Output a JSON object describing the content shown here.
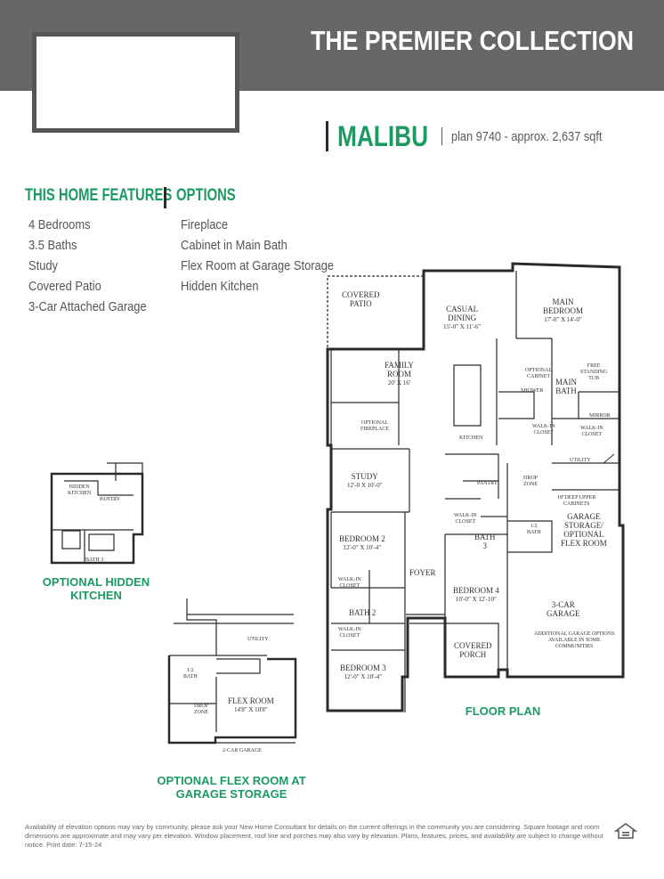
{
  "header": {
    "collection": "THE PREMIER COLLECTION",
    "model_name": "MALIBU",
    "plan_info": "plan 9740 - approx. 2,637 sqft"
  },
  "features": {
    "heading": "THIS HOME FEATURES",
    "items": [
      "4 Bedrooms",
      "3.5 Baths",
      "Study",
      "Covered Patio",
      "3-Car Attached Garage"
    ]
  },
  "options": {
    "heading": "OPTIONS",
    "items": [
      "Fireplace",
      "Cabinet in Main Bath",
      "Flex Room at Garage Storage",
      "Hidden Kitchen"
    ]
  },
  "captions": {
    "hidden_kitchen_1": "OPTIONAL HIDDEN",
    "hidden_kitchen_2": "KITCHEN",
    "flex_room_1": "OPTIONAL FLEX ROOM AT",
    "flex_room_2": "GARAGE STORAGE",
    "floor_plan": "FLOOR PLAN"
  },
  "rooms": {
    "covered_patio_1": "COVERED",
    "covered_patio_2": "PATIO",
    "casual_dining_1": "CASUAL",
    "casual_dining_2": "DINING",
    "casual_dining_dim": "15'-0\" x 11'-6\"",
    "main_bedroom_1": "MAIN",
    "main_bedroom_2": "BEDROOM",
    "main_bedroom_dim": "17'-0\" x 14'-0\"",
    "family_room_1": "FAMILY",
    "family_room_2": "ROOM",
    "family_room_dim": "20' x 16'",
    "optional_cabinet_1": "OPTIONAL",
    "optional_cabinet_2": "CABINET",
    "free_standing_tub_1": "FREE",
    "free_standing_tub_2": "STANDING",
    "free_standing_tub_3": "TUB",
    "main_bath_1": "MAIN",
    "main_bath_2": "BATH",
    "shower": "SHOWER",
    "walk_in_closet_1": "WALK-IN",
    "walk_in_closet_2": "CLOSET",
    "mirror": "MIRROR",
    "optional_fireplace_1": "OPTIONAL",
    "optional_fireplace_2": "FIREPLACE",
    "kitchen": "KITCHEN",
    "utility": "UTILITY",
    "study": "STUDY",
    "study_dim": "12'-0 x 10'-0\"",
    "pantry": "PANTRY",
    "drop_zone_1": "DROP",
    "drop_zone_2": "ZONE",
    "upper_cabinets_1": "18\"DEEP UPPER",
    "upper_cabinets_2": "CABINETS",
    "garage_storage_1": "GARAGE",
    "garage_storage_2": "STORAGE/",
    "garage_storage_3": "OPTIONAL",
    "garage_storage_4": "FLEX ROOM",
    "bedroom2": "BEDROOM 2",
    "bedroom2_dim": "12'-0\" x 10'-4\"",
    "bath3_1": "BATH",
    "bath3_2": "3",
    "half_bath_1": "1/2",
    "half_bath_2": "BATH",
    "foyer": "FOYER",
    "bedroom4": "BEDROOM 4",
    "bedroom4_dim": "10'-0\" x 12'-10\"",
    "bath2": "BATH 2",
    "garage_1": "3-CAR",
    "garage_2": "GARAGE",
    "garage_note_1": "ADDITIONAL GARAGE OPTIONS",
    "garage_note_2": "AVAILABLE IN SOME",
    "garage_note_3": "COMMUNITIES",
    "covered_porch_1": "COVERED",
    "covered_porch_2": "PORCH",
    "bedroom3": "BEDROOM 3",
    "bedroom3_dim": "12'-0\" x 10'-4\"",
    "hidden_kitchen_1": "HIDDEN",
    "hidden_kitchen_2": "KITCHEN",
    "hk_pantry": "PANTRY",
    "hk_bath3": "BATH 3",
    "flex_utility": "UTILITY",
    "flex_half_bath_1": "1/2",
    "flex_half_bath_2": "BATH",
    "flex_drop_zone_1": "DROP",
    "flex_drop_zone_2": "ZONE",
    "flex_room": "FLEX ROOM",
    "flex_room_dim": "14'8\" x 10'8\"",
    "flex_garage": "2-CAR GARAGE"
  },
  "footer": {
    "disclaimer": "Availability of elevation options may vary by community, please ask your New Home Consultant for details on the current offerings in the community you are considering. Square footage and room dimensions are approximate and may vary per elevation. Window placement, roof line and porches may also vary by elevation. Plans, features, prices, and availability are subject to change without notice. Print date: 7-15-24"
  },
  "colors": {
    "accent": "#1b9a62",
    "header_bg": "#676767"
  },
  "icons": {
    "equal_housing": "equal-housing-opportunity-icon"
  }
}
